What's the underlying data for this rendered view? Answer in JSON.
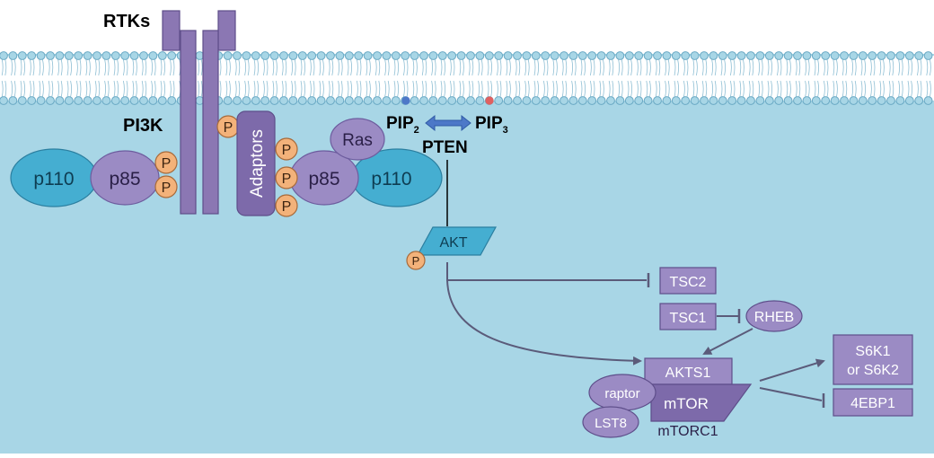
{
  "labels": {
    "rtks": "RTKs",
    "pi3k": "PI3K",
    "pip2_base": "PIP",
    "pip2_sub": "2",
    "pip3_base": "PIP",
    "pip3_sub": "3",
    "pten": "PTEN",
    "ras": "Ras",
    "adaptors": "Adaptors",
    "p": "P"
  },
  "pi3k_left": {
    "p110": "p110",
    "p85": "p85"
  },
  "pi3k_right": {
    "p110": "p110",
    "p85": "p85"
  },
  "akt": "AKT",
  "tsc2": "TSC2",
  "tsc1": "TSC1",
  "rheb": "RHEB",
  "mtorc1": {
    "akts1": "AKTS1",
    "raptor": "raptor",
    "mtor": "mTOR",
    "lst8": "LST8",
    "label": "mTORC1"
  },
  "s6k": {
    "line1": "S6K1",
    "line2": "or S6K2"
  },
  "fourebp1": "4EBP1",
  "colors": {
    "membrane_bg": "#ffffff",
    "cytoplasm": "#a8d6e6",
    "lipid_head": "#a8d6e6",
    "lipid_outline": "#6aa9c4",
    "receptor": "#8b77b3",
    "purple_node": "#9b8bc4",
    "purple_light": "#b3a5d4",
    "teal_node": "#45aed1",
    "phospho": "#f3b27a",
    "arrow": "#5b5b7a",
    "pip_arrow": "#4d78c8"
  }
}
